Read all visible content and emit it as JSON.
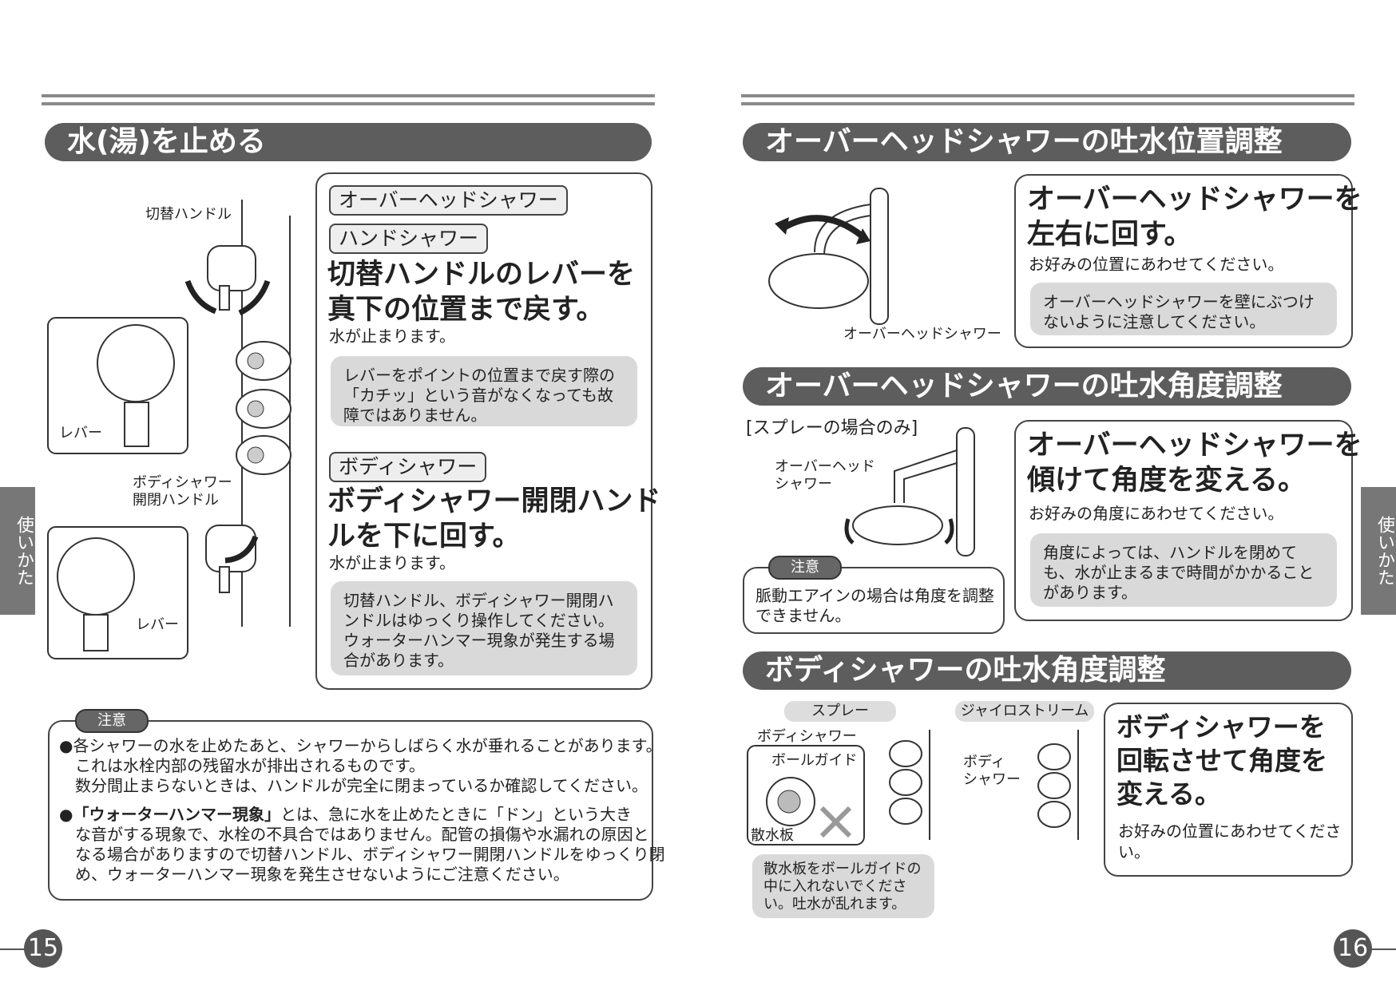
{
  "left": {
    "title": "水(湯)を止める",
    "diagram_labels": {
      "switch_handle": "切替ハンドル",
      "lever_top": "レバー",
      "body_handle": "ボディシャワー\n開閉ハンドル",
      "lever_bottom": "レバー"
    },
    "section1": {
      "tag1": "オーバーヘッドシャワー",
      "tag2": "ハンドシャワー",
      "heading": "切替ハンドルのレバーを\n真下の位置まで戻す。",
      "sub": "水が止まります。",
      "note": "レバーをポイントの位置まで戻す際の「カチッ」という音がなくなっても故障ではありません。"
    },
    "section2": {
      "tag": "ボディシャワー",
      "heading": "ボディシャワー開閉ハンド\nルを下に回す。",
      "sub": "水が止まります。",
      "note": "切替ハンドル、ボディシャワー開閉ハンドルはゆっくり操作してください。\nウォーターハンマー現象が発生する場合があります。"
    },
    "caution": {
      "label": "注意",
      "bullet1": "●各シャワーの水を止めたあと、シャワーからしばらく水が垂れることがあります。\n　これは水栓内部の残留水が排出されるものです。\n　数分間止まらないときは、ハンドルが完全に閉まっているか確認してください。",
      "bullet2_bold": "●「ウォーターハンマー現象」",
      "bullet2_rest": "とは、急に水を止めたときに「ドン」という大き\n　な音がする現象で、水栓の不具合ではありません。配管の損傷や水漏れの原因と\n　なる場合がありますので切替ハンドル、ボディシャワー開閉ハンドルをゆっくり閉\n　め、ウォーターハンマー現象を発生させないようにご注意ください。"
    },
    "side_tab": "使いかた",
    "page_number": "15"
  },
  "right": {
    "title1": "オーバーヘッドシャワーの吐水位置調整",
    "panel1": {
      "heading": "オーバーヘッドシャワーを\n左右に回す。",
      "sub": "お好みの位置にあわせてください。",
      "note": "オーバーヘッドシャワーを壁にぶつけないように注意してください。"
    },
    "diagram1_label": "オーバーヘッドシャワー",
    "title2": "オーバーヘッドシャワーの吐水角度調整",
    "spray_only": "[スプレーの場合のみ]",
    "diagram2_label": "オーバーヘッド\nシャワー",
    "caution2": {
      "label": "注意",
      "text": "脈動エアインの場合は角度を調整できません。"
    },
    "panel2": {
      "heading": "オーバーヘッドシャワーを\n傾けて角度を変える。",
      "sub": "お好みの角度にあわせてください。",
      "note": "角度によっては、ハンドルを閉めても、水が止まるまで時間がかかることがあります。"
    },
    "title3": "ボディシャワーの吐水角度調整",
    "pill_spray": "スプレー",
    "pill_gyro": "ジャイロストリーム",
    "labels3": {
      "body_shower": "ボディシャワー",
      "ball_guide": "ボールガイド",
      "spray_plate": "散水板",
      "body_shower2": "ボディ\nシャワー"
    },
    "note3": "散水板をボールガイドの中に入れないでください。吐水が乱れます。",
    "panel3": {
      "heading": "ボディシャワーを\n回転させて角度を\n変える。",
      "sub": "お好みの位置にあわせてくださ\nい。"
    },
    "side_tab": "使いかた",
    "page_number": "16"
  }
}
